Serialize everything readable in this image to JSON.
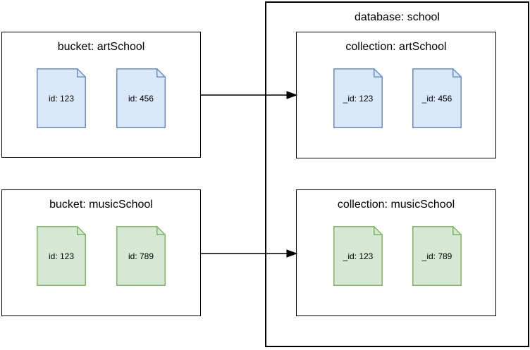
{
  "diagram": {
    "buckets": [
      {
        "title": "bucket: artSchool",
        "doc_color": "blue",
        "docs": [
          {
            "label": "id: 123"
          },
          {
            "label": "id: 456"
          }
        ]
      },
      {
        "title": "bucket: musicSchool",
        "doc_color": "green",
        "docs": [
          {
            "label": "id: 123"
          },
          {
            "label": "id: 789"
          }
        ]
      }
    ],
    "database": {
      "title": "database: school",
      "collections": [
        {
          "title": "collection: artSchool",
          "doc_color": "blue",
          "docs": [
            {
              "label": "_id: 123"
            },
            {
              "label": "_id: 456"
            }
          ]
        },
        {
          "title": "collection: musicSchool",
          "doc_color": "green",
          "docs": [
            {
              "label": "_id: 123"
            },
            {
              "label": "_id: 789"
            }
          ]
        }
      ]
    },
    "arrows": [
      {
        "from": "bucket: artSchool",
        "to": "collection: artSchool"
      },
      {
        "from": "bucket: musicSchool",
        "to": "collection: musicSchool"
      }
    ]
  },
  "colors": {
    "background": "#ffffff",
    "line": "#000000",
    "blue_fill": "#dae8fc",
    "blue_stroke": "#6c8ebf",
    "green_fill": "#d5e8d4",
    "green_stroke": "#82b366"
  }
}
